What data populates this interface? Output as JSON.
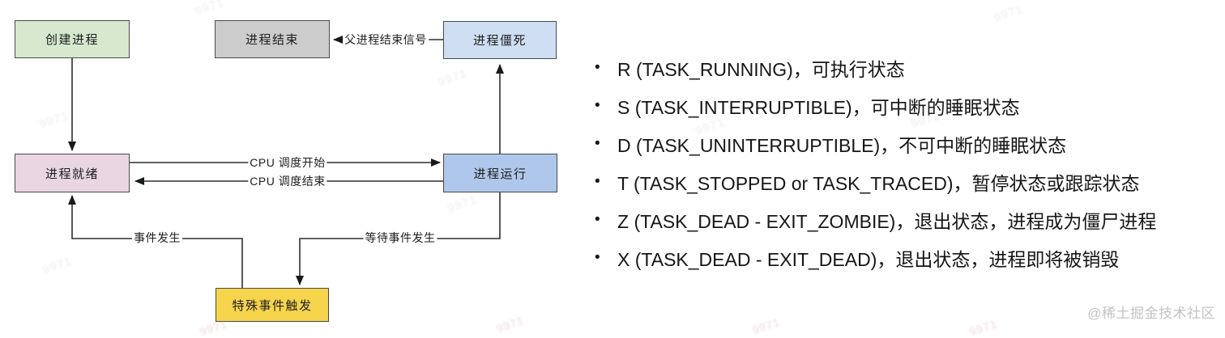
{
  "diagram": {
    "nodes": {
      "create": {
        "label": "创建进程",
        "fill": "#d7e8cf"
      },
      "end": {
        "label": "进程结束",
        "fill": "#cccccc"
      },
      "zombie": {
        "label": "进程僵死",
        "fill": "#cfdef2"
      },
      "ready": {
        "label": "进程就绪",
        "fill": "#e9d6e1"
      },
      "running": {
        "label": "进程运行",
        "fill": "#afc7ea"
      },
      "special": {
        "label": "特殊事件触发",
        "fill": "#f6d44c"
      }
    },
    "edge_labels": {
      "parent_end_signal": "父进程结束信号",
      "cpu_schedule_start": "CPU 调度开始",
      "cpu_schedule_end": "CPU 调度结束",
      "event_occurs": "事件发生",
      "wait_event": "等待事件发生"
    },
    "line_color": "#2f2f2f"
  },
  "states_list": {
    "bullet_glyph": "•",
    "items": [
      "R (TASK_RUNNING)，可执行状态",
      "S (TASK_INTERRUPTIBLE)，可中断的睡眠状态",
      "D (TASK_UNINTERRUPTIBLE)，不可中断的睡眠状态",
      "T (TASK_STOPPED or TASK_TRACED)，暂停状态或跟踪状态",
      "Z (TASK_DEAD - EXIT_ZOMBIE)，退出状态，进程成为僵尸进程",
      "X (TASK_DEAD - EXIT_DEAD)，退出状态，进程即将被销毁"
    ]
  },
  "watermarks": {
    "diagonal": "9971",
    "attribution": "@稀土掘金技术社区"
  }
}
